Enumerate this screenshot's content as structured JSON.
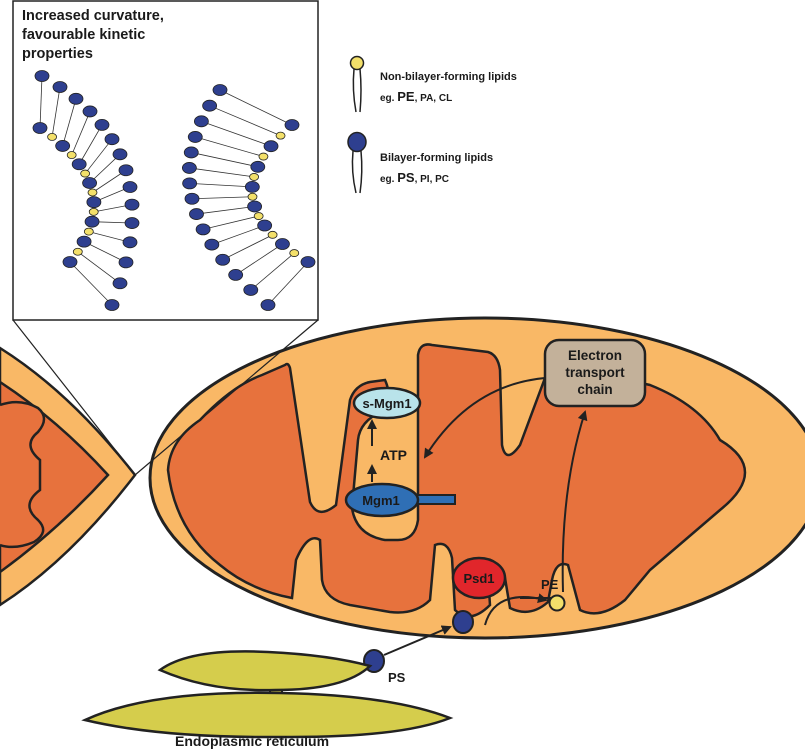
{
  "inset": {
    "title_line1": "Increased curvature,",
    "title_line2": "favourable kinetic",
    "title_line3": "properties"
  },
  "legend": {
    "non_bilayer": {
      "title": "Non-bilayer-forming lipids",
      "prefix": "eg. ",
      "main": "PE",
      "rest": ", PA, CL",
      "head_color": "#f3e06a"
    },
    "bilayer": {
      "title": "Bilayer-forming lipids",
      "prefix": "eg. ",
      "main": "PS",
      "rest": ", PI, PC",
      "head_color": "#2e3f8f"
    }
  },
  "labels": {
    "etc_line1": "Electron",
    "etc_line2": "transport",
    "etc_line3": "chain",
    "s_mgm1": "s-Mgm1",
    "atp": "ATP",
    "mgm1": "Mgm1",
    "psd1": "Psd1",
    "pe": "PE",
    "ps": "PS",
    "er": "Endoplasmic reticulum"
  },
  "colors": {
    "outer_membrane": "#f9b866",
    "matrix": "#e7723d",
    "s_mgm1": "#b9e3ea",
    "mgm1": "#2f6fb5",
    "psd1": "#e1262b",
    "etc": "#c3b19a",
    "er": "#d5cd4c",
    "lipid_blue": "#2e3f8f",
    "lipid_yellow": "#f3e06a"
  }
}
